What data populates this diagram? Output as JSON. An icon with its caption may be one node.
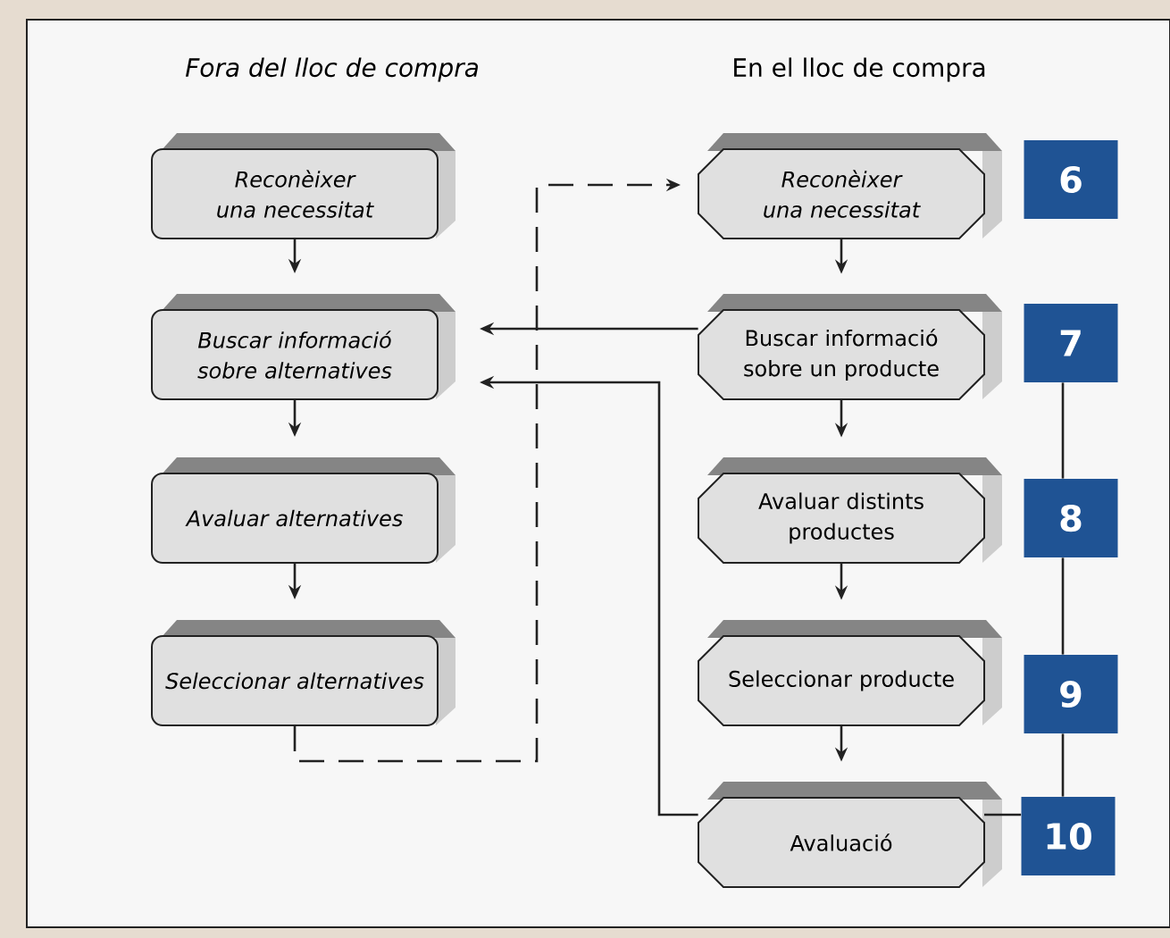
{
  "diagram": {
    "nodes": [
      {
        "text": [
          "Reconèixer una necessitat"
        ]
      },
      {
        "text": [
          "Buscar informació sobre alternatives"
        ]
      },
      {
        "text": [
          "Avaluar alternatives"
        ]
      },
      {
        "text": [
          "Seleccionar alternatives"
        ]
      },
      {
        "text": [
          "Reconèixer una necessitat"
        ]
      },
      {
        "text": [
          "Buscar informació sobre un producte"
        ]
      },
      {
        "text": [
          "Avaluar distints productes"
        ]
      },
      {
        "text": [
          "Seleccionar producte"
        ]
      },
      {
        "text": [
          "Avaluació"
        ]
      },
      {
        "text": [
          "6"
        ]
      },
      {
        "text": [
          "7"
        ]
      },
      {
        "text": [
          "8"
        ]
      },
      {
        "text": [
          "9"
        ]
      },
      {
        "text": [
          "10"
        ]
      }
    ],
    "edges": [
      {
        "from": 0,
        "to": 1,
        "arrow": "to"
      },
      {
        "from": 1,
        "to": 2,
        "arrow": "to"
      },
      {
        "from": 2,
        "to": 3,
        "arrow": "to"
      },
      {
        "from": 3,
        "to": 4,
        "arrow": "to",
        "style": "dashed"
      },
      {
        "from": 4,
        "to": 5,
        "arrow": "to"
      },
      {
        "from": 5,
        "to": 6,
        "arrow": "to"
      },
      {
        "from": 6,
        "to": 7,
        "arrow": "to"
      },
      {
        "from": 7,
        "to": 8,
        "arrow": "to"
      },
      {
        "from": 5,
        "to": 1,
        "arrow": "to"
      },
      {
        "from": 8,
        "to": 1,
        "arrow": "to"
      },
      {
        "from": 10,
        "to": 11,
        "arrow": "none"
      },
      {
        "from": 11,
        "to": 12,
        "arrow": "none"
      },
      {
        "from": 12,
        "to": 13,
        "arrow": "none"
      },
      {
        "from": 8,
        "to": 13,
        "arrow": "none"
      }
    ],
    "labels": [
      "Fora del lloc de compra",
      "En el lloc de compra"
    ]
  }
}
